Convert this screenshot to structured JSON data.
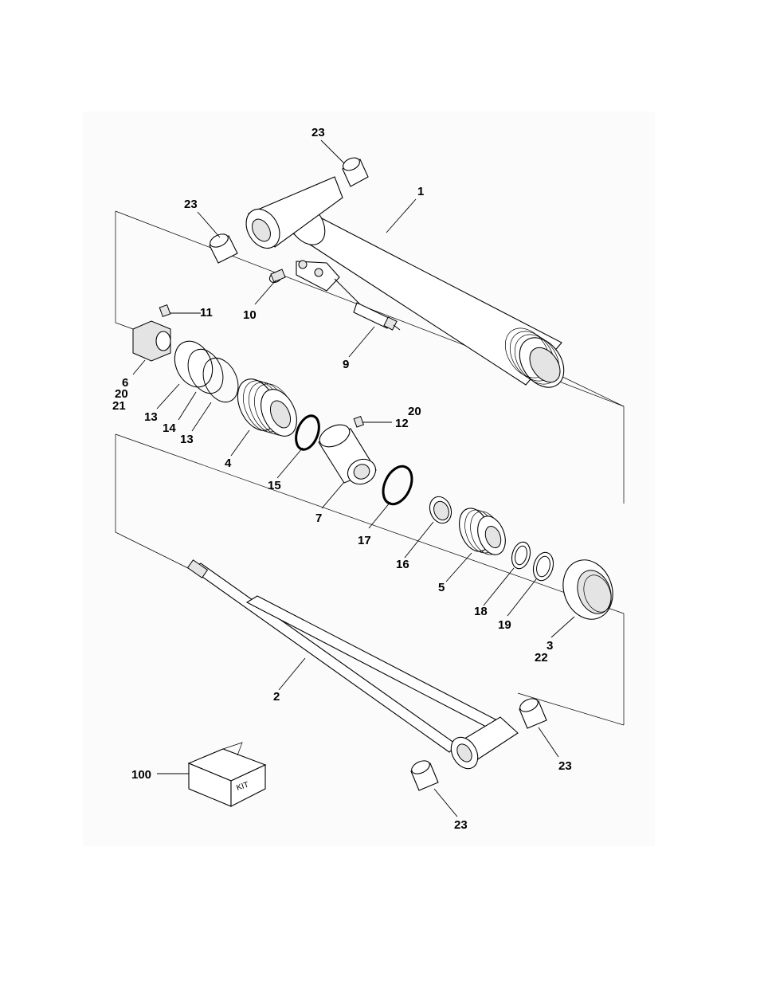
{
  "callouts": {
    "c1": "1",
    "c2": "2",
    "c3": "3",
    "c4": "4",
    "c5": "5",
    "c6": "6",
    "c7": "7",
    "c9": "9",
    "c10": "10",
    "c11": "11",
    "c12": "12",
    "c13a": "13",
    "c13b": "13",
    "c14": "14",
    "c15": "15",
    "c16": "16",
    "c17": "17",
    "c18": "18",
    "c19": "19",
    "c20a": "20",
    "c20b": "20",
    "c21": "21",
    "c22": "22",
    "c23a": "23",
    "c23b": "23",
    "c23c": "23",
    "c23d": "23",
    "c100": "100"
  },
  "kit_label": "KIT"
}
